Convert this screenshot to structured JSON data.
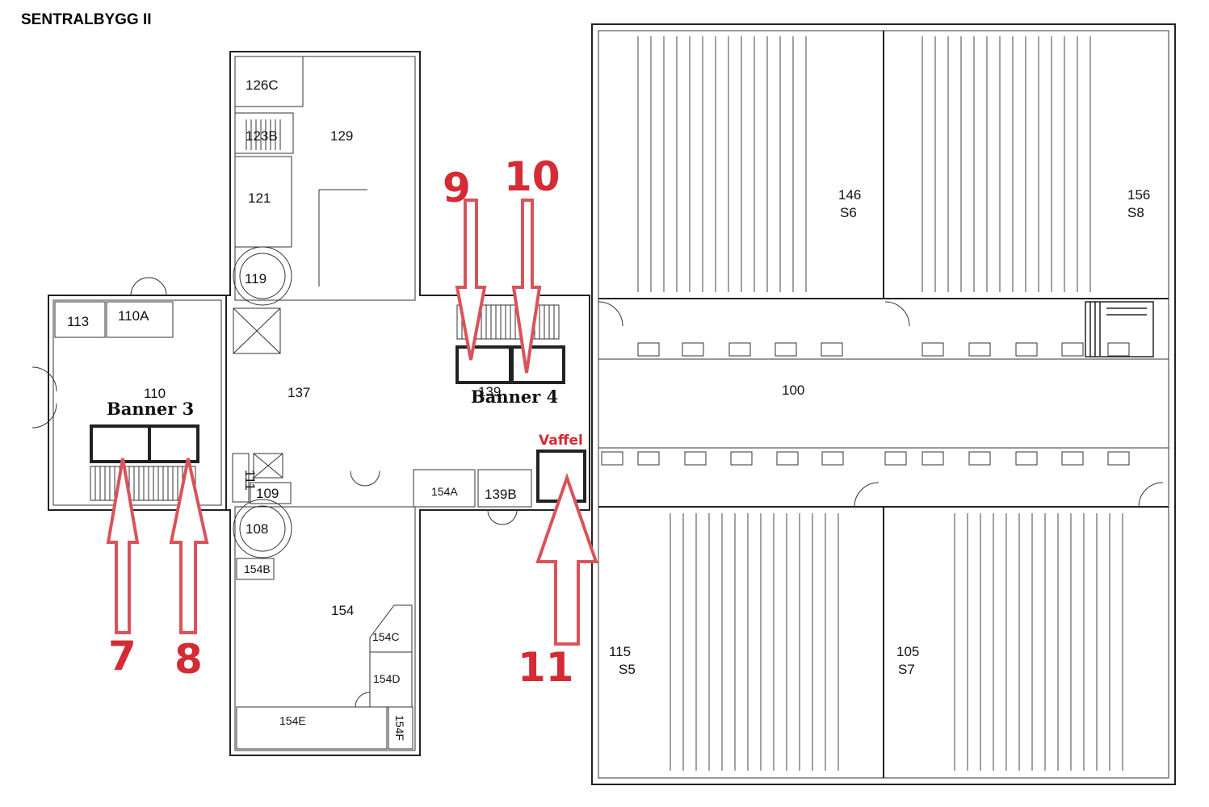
{
  "title": "SENTRALBYGG II",
  "rooms": {
    "r126c": "126C",
    "r123b": "123B",
    "r129": "129",
    "r121": "121",
    "r119": "119",
    "r113": "113",
    "r110a": "110A",
    "r110": "110",
    "r137": "137",
    "r139": "139",
    "r100": "100",
    "r146": "146",
    "r146s": "S6",
    "r156": "156",
    "r156s": "S8",
    "r111": "111",
    "r109": "109",
    "r108": "108",
    "r154a": "154A",
    "r139b": "139B",
    "r154b": "154B",
    "r154": "154",
    "r154c": "154C",
    "r154d": "154D",
    "r154e": "154E",
    "r154f": "154F",
    "r115": "115",
    "r115s": "S5",
    "r105": "105",
    "r105s": "S7"
  },
  "banners": {
    "banner3": "Banner 3",
    "banner4": "Banner 4"
  },
  "markers": {
    "m7": "7",
    "m8": "8",
    "m9": "9",
    "m10": "10",
    "m11": "11",
    "vaffel": "Vaffel"
  },
  "colors": {
    "marker": "#d42b35",
    "arrow_outline": "#d9535a"
  }
}
